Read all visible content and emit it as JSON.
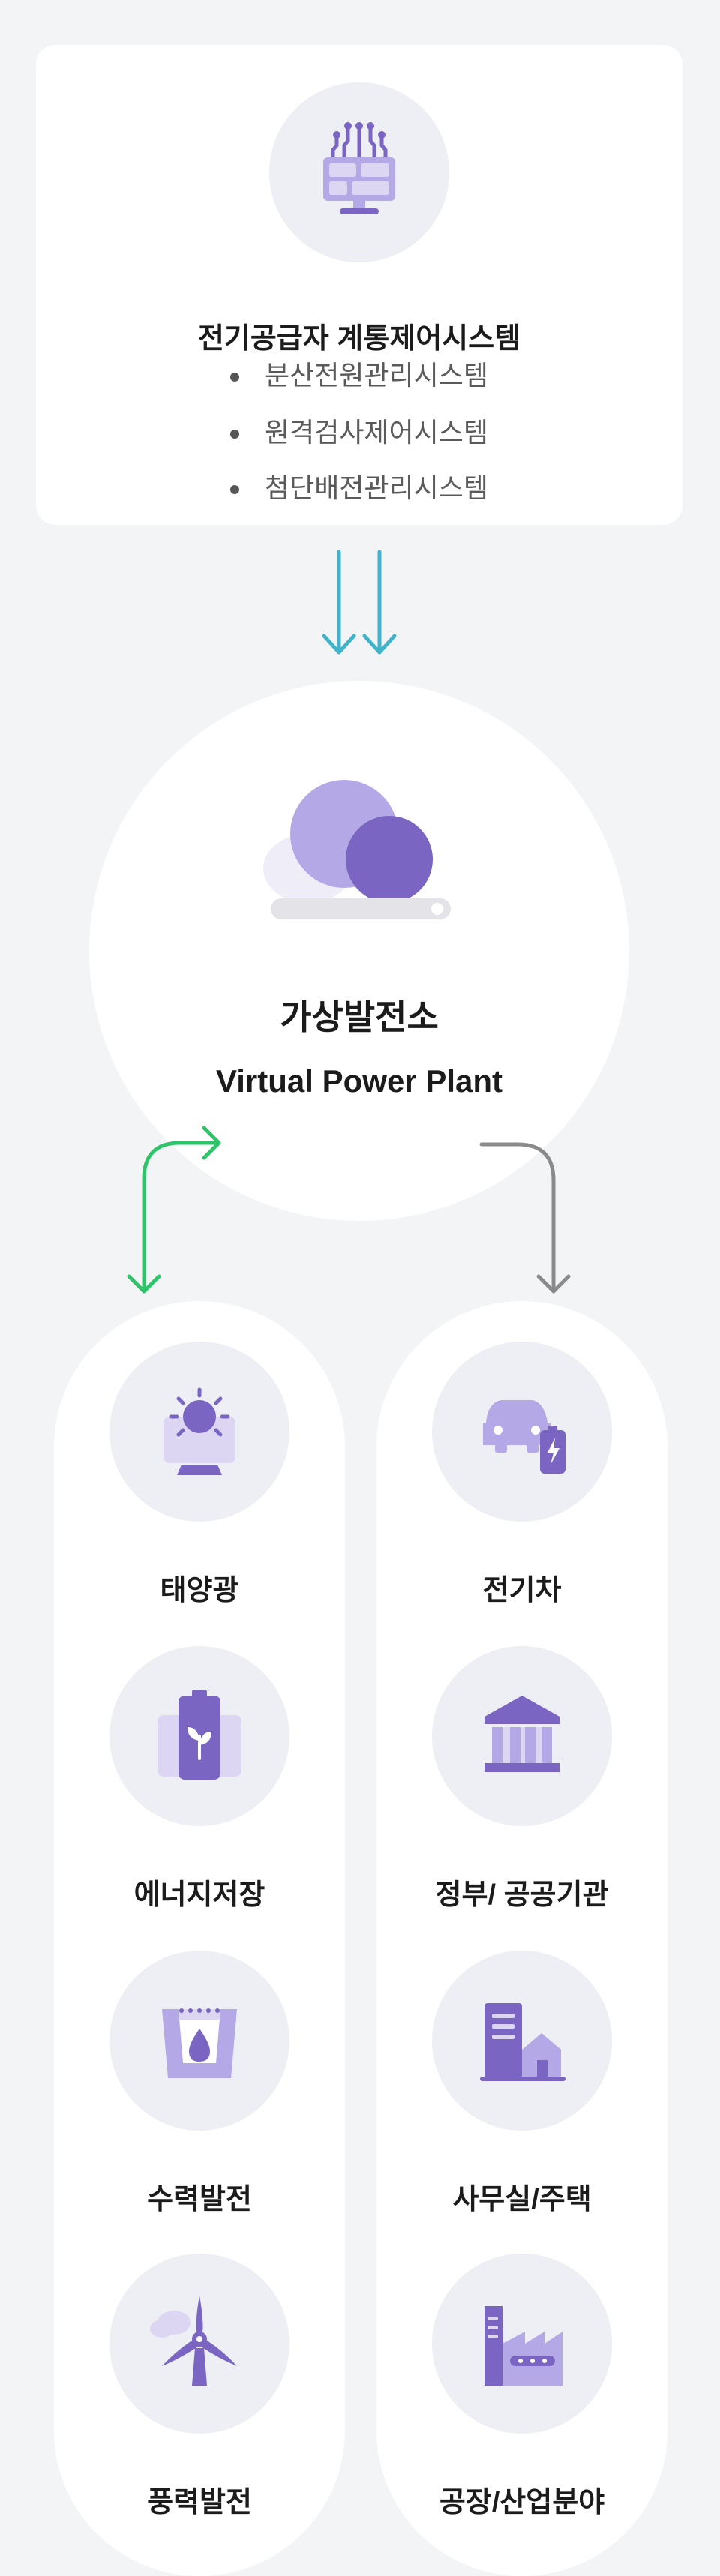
{
  "top_card": {
    "title": "전기공급자 계통제어시스템",
    "items": [
      "분산전원관리시스템",
      "원격검사제어시스템",
      "첨단배전관리시스템"
    ]
  },
  "center": {
    "title": "가상발전소",
    "subtitle": "Virtual Power Plant"
  },
  "left_column": {
    "items": [
      {
        "label": "태양광",
        "icon": "solar-icon"
      },
      {
        "label": "에너지저장",
        "icon": "battery-icon"
      },
      {
        "label": "수력발전",
        "icon": "hydro-icon"
      },
      {
        "label": "풍력발전",
        "icon": "wind-turbine-icon"
      }
    ]
  },
  "right_column": {
    "items": [
      {
        "label": "전기차",
        "icon": "electric-car-icon"
      },
      {
        "label": "정부/ 공공기관",
        "icon": "government-building-icon"
      },
      {
        "label": "사무실/주택",
        "icon": "office-house-icon"
      },
      {
        "label": "공장/산업분야",
        "icon": "factory-icon"
      }
    ]
  },
  "colors": {
    "background": "#f3f4f6",
    "card": "#ffffff",
    "icon_circle": "#eeeef5",
    "purple_dark": "#7a66c2",
    "purple_light": "#b5a8e6",
    "purple_pale": "#dcd6f3",
    "arrow_teal": "#3fb3c9",
    "arrow_green": "#2fc46a",
    "arrow_gray": "#8a8a8a"
  }
}
